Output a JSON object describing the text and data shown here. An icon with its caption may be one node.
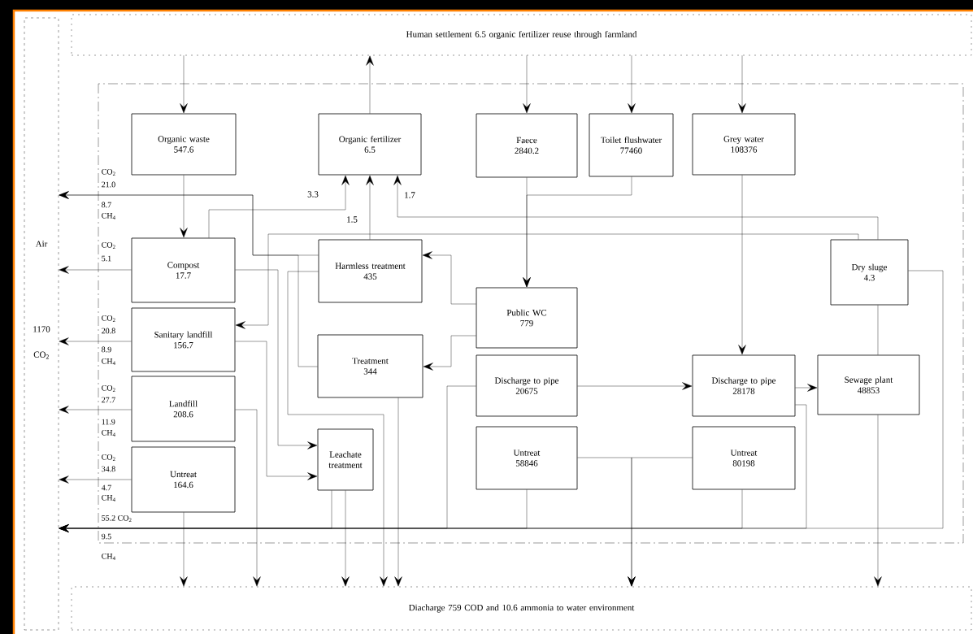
{
  "diagram": {
    "nodes": [
      {
        "text": [
          "Air",
          "1170",
          "CO$_{2}$"
        ]
      },
      {
        "text": [
          "Human settlement  6.5 organic fertilizer reuse through farmland"
        ]
      },
      {
        "text": [
          "Diacharge 759 COD and 10.6 ammonia to water environment"
        ]
      },
      {
        "text": [
          "Organic waste",
          "547.6"
        ]
      },
      {
        "text": [
          "Organic  fertilizer",
          "6.5"
        ]
      },
      {
        "text": [
          "Faece",
          "2840.2"
        ]
      },
      {
        "text": [
          "Toilet flushwater",
          "77460"
        ]
      },
      {
        "text": [
          "Grey water",
          "108376"
        ]
      },
      {
        "text": [
          "Compost",
          "17.7"
        ]
      },
      {
        "text": [
          "Harmless treatment",
          "435"
        ]
      },
      {
        "text": [
          "Dry sluge",
          "4.3"
        ]
      },
      {
        "text": [
          "Public WC",
          "779"
        ]
      },
      {
        "text": [
          "Sanitary landfill",
          "156.7"
        ]
      },
      {
        "text": [
          "Treatment",
          "344"
        ]
      },
      {
        "text": [
          "Discharge to pipe",
          "20675"
        ]
      },
      {
        "text": [
          "Discharge to pipe",
          "28178"
        ]
      },
      {
        "text": [
          "Sewage plant",
          "48853"
        ]
      },
      {
        "text": [
          "Landfill",
          "208.6"
        ]
      },
      {
        "text": [
          "Leachate treatment"
        ]
      },
      {
        "text": [
          "Untreat",
          "164.6"
        ]
      },
      {
        "text": [
          "Untreat",
          "58846"
        ]
      },
      {
        "text": [
          "Untreat",
          "80198"
        ]
      }
    ],
    "edges": [
      {
        "from": 1,
        "to": 3,
        "arrow": "to"
      },
      {
        "from": 4,
        "to": 1,
        "arrow": "to"
      },
      {
        "from": 1,
        "to": 5,
        "arrow": "to"
      },
      {
        "from": 1,
        "to": 6,
        "arrow": "to"
      },
      {
        "from": 1,
        "to": 7,
        "arrow": "to"
      },
      {
        "from": 3,
        "to": 8,
        "arrow": "to"
      },
      {
        "from": 5,
        "to": 11,
        "arrow": "to"
      },
      {
        "from": 6,
        "to": 11,
        "arrow": "to"
      },
      {
        "from": 9,
        "to": 0,
        "arrow": "to"
      },
      {
        "from": 13,
        "to": 0,
        "arrow": "to"
      },
      {
        "from": 8,
        "to": 0,
        "arrow": "to"
      },
      {
        "from": 12,
        "to": 0,
        "arrow": "to"
      },
      {
        "from": 17,
        "to": 0,
        "arrow": "to"
      },
      {
        "from": 19,
        "to": 0,
        "arrow": "to"
      },
      {
        "from": 8,
        "to": 4,
        "arrow": "to",
        "label": "3.3"
      },
      {
        "from": 9,
        "to": 4,
        "arrow": "to",
        "label": "1.5"
      },
      {
        "from": 10,
        "to": 4,
        "arrow": "to",
        "label": "1.7"
      },
      {
        "from": 10,
        "to": 12,
        "arrow": "to"
      },
      {
        "from": 8,
        "to": 18,
        "arrow": "to"
      },
      {
        "from": 12,
        "to": 18,
        "arrow": "to"
      },
      {
        "from": 17,
        "to": 2,
        "arrow": "to"
      },
      {
        "from": 19,
        "to": 2,
        "arrow": "to"
      },
      {
        "from": 18,
        "to": 2,
        "arrow": "to"
      },
      {
        "from": 18,
        "to": 0,
        "arrow": "to"
      },
      {
        "from": 9,
        "to": 2,
        "arrow": "to"
      },
      {
        "from": 13,
        "to": 2,
        "arrow": "to"
      },
      {
        "from": 11,
        "to": 9,
        "arrow": "to"
      },
      {
        "from": 11,
        "to": 13,
        "arrow": "to"
      },
      {
        "from": 7,
        "to": 15,
        "arrow": "to"
      },
      {
        "from": 14,
        "to": 15,
        "arrow": "to"
      },
      {
        "from": 15,
        "to": 16,
        "arrow": "to"
      },
      {
        "from": 14,
        "to": 0,
        "arrow": "to"
      },
      {
        "from": 20,
        "to": 0,
        "arrow": "to"
      },
      {
        "from": 20,
        "to": 2,
        "arrow": "to"
      },
      {
        "from": 21,
        "to": 2,
        "arrow": "to"
      },
      {
        "from": 21,
        "to": 0,
        "arrow": "to"
      },
      {
        "from": 15,
        "to": 0,
        "arrow": "to"
      },
      {
        "from": 16,
        "to": 10,
        "arrow": "none"
      },
      {
        "from": 16,
        "to": 2,
        "arrow": "to"
      },
      {
        "from": 10,
        "to": 0,
        "arrow": "to"
      }
    ],
    "labels": [
      "CO$_{2}$",
      "21.0",
      "8.7",
      "CH$_{4}$",
      "CO$_{2}$",
      "5.1",
      "CO$_{2}$",
      "20.8",
      "8.9",
      "CH$_{4}$",
      "CO$_{2}$",
      "27.7",
      "11.9",
      "CH$_{4}$",
      "CO$_{2}$",
      "34.8",
      "4.7",
      "CH$_{4}$",
      "55.2 CO$_{2}$",
      "9.5",
      "CH$_{4}$"
    ]
  }
}
